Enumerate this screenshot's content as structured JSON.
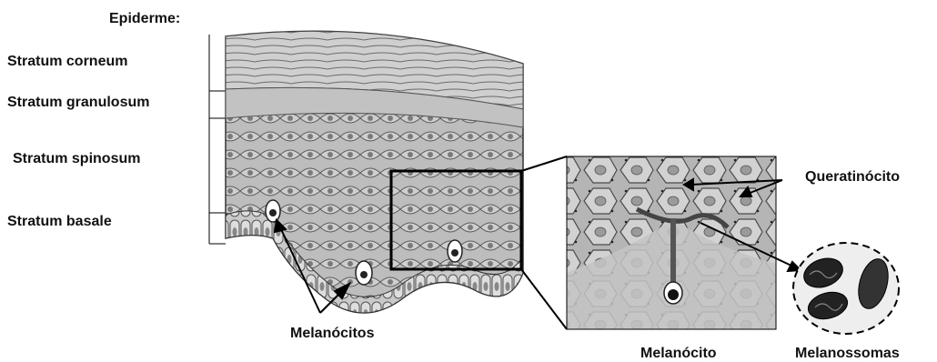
{
  "title": "Epiderme:",
  "layers": [
    {
      "label": "Stratum corneum"
    },
    {
      "label": "Stratum granulosum"
    },
    {
      "label": "Stratum spinosum"
    },
    {
      "label": "Stratum basale"
    }
  ],
  "callouts": {
    "melanocytes": "Melanócitos",
    "keratinocyte": "Queratinócito",
    "melanocyte": "Melanócito",
    "melanosomes": "Melanossomas"
  },
  "colors": {
    "line": "#000000",
    "tissue_light": "#d8d8d8",
    "tissue_mid": "#a9a9a9",
    "tissue_dark": "#555555"
  }
}
